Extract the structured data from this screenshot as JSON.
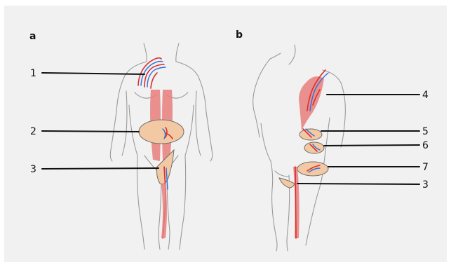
{
  "panels": [
    {
      "letter": "a",
      "callouts": [
        "1",
        "2",
        "3"
      ]
    },
    {
      "letter": "b",
      "callouts": [
        "4",
        "5",
        "6",
        "7",
        "3"
      ]
    }
  ],
  "colors": {
    "background": "#f1f1f1",
    "muscle": "#e87f7c",
    "flap": "#f3c9a3",
    "artery": "#d9302e",
    "vein": "#2e6fd6",
    "body_outline": "#9a9a9a",
    "leader_line": "#111111"
  }
}
